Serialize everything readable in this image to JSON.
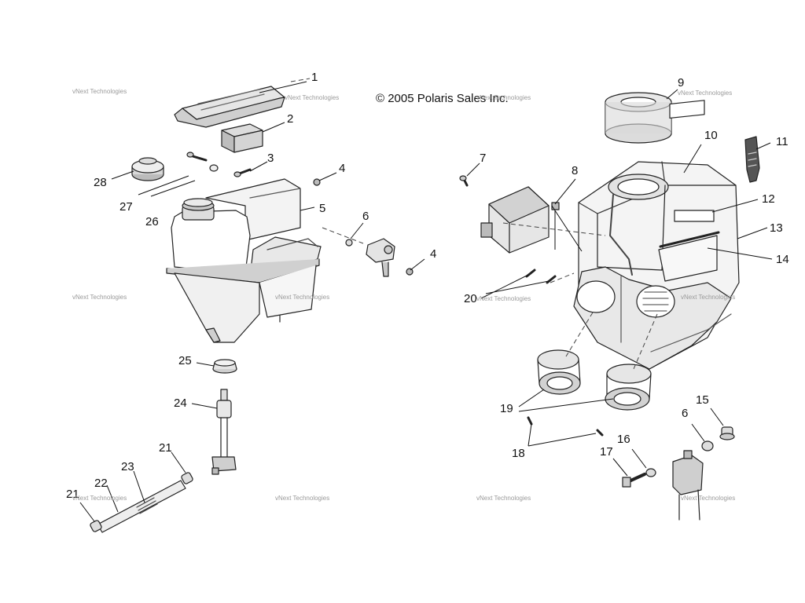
{
  "copyright": "© 2005 Polaris Sales Inc.",
  "watermark": "vNext Technologies",
  "callouts": [
    "1",
    "2",
    "3",
    "4",
    "5",
    "6",
    "4",
    "27",
    "26",
    "28",
    "25",
    "24",
    "21",
    "23",
    "22",
    "21",
    "7",
    "8",
    "9",
    "10",
    "11",
    "12",
    "13",
    "14",
    "20",
    "19",
    "18",
    "17",
    "16",
    "6",
    "15"
  ]
}
